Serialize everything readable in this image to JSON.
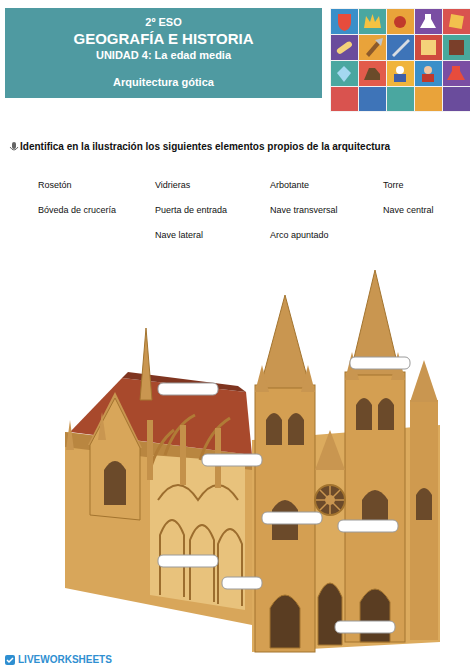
{
  "diagram": {
    "nodes": [
      {
        "text": [
          "2º ESO",
          "GEOGRAFÍA E HISTORIA",
          "UNIDAD 4: La edad media",
          "Arquitectura gótica"
        ]
      }
    ],
    "labels": [
      "Identifica en la ilustración los siguientes elementos propios de la arquitectura",
      "Rosetón",
      "Vidrieras",
      "Arbotante",
      "Torre",
      "Bóveda de crucería",
      "Puerta de entrada",
      "Nave transversal",
      "Nave central",
      "Nave lateral",
      "Arco apuntado",
      "LIVEWORKSHEETS"
    ]
  }
}
